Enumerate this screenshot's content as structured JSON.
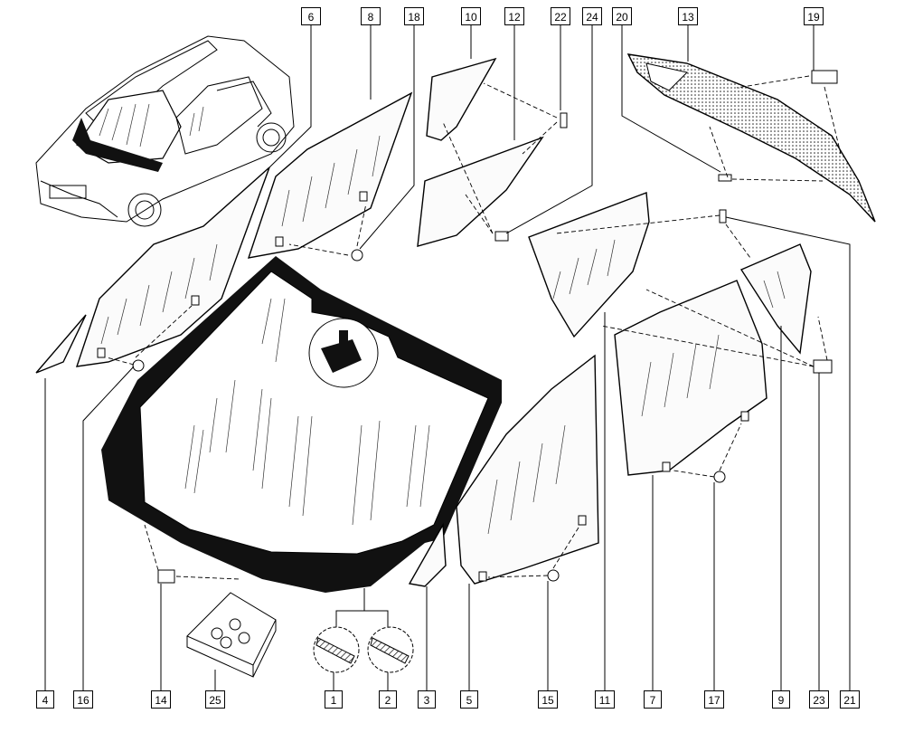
{
  "callouts_top": [
    "6",
    "8",
    "18",
    "10",
    "12",
    "22",
    "24",
    "20",
    "13",
    "19"
  ],
  "callouts_bottom": [
    "4",
    "16",
    "14",
    "25",
    "1",
    "2",
    "3",
    "5",
    "15",
    "11",
    "7",
    "17",
    "9",
    "23",
    "21"
  ]
}
